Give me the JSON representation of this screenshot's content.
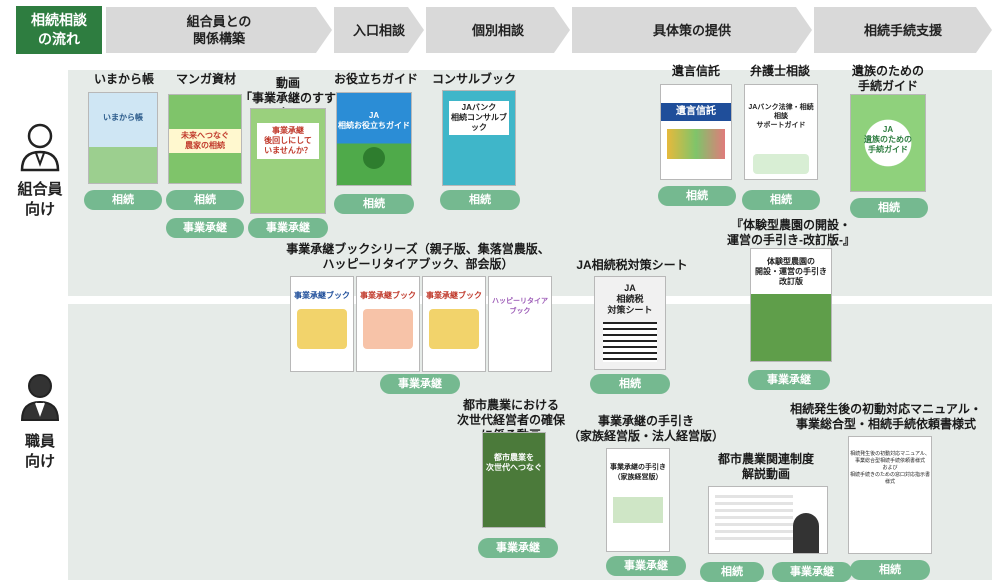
{
  "header": {
    "corner_label": "相続相談\nの流れ",
    "stages": [
      "組合員との\n関係構築",
      "入口相談",
      "個別相談",
      "具体策の提供",
      "相続手続支援"
    ]
  },
  "rows": {
    "member": "組合員\n向け",
    "staff": "職員\n向け"
  },
  "materials": {
    "imakara": {
      "title": "いまから帳",
      "tags": [
        "相続"
      ],
      "cover_text": "いまから帳"
    },
    "manga": {
      "title": "マンガ資材",
      "tags": [
        "相続",
        "事業承継"
      ],
      "cover_text": "未来へつなぐ\n農家の相続"
    },
    "video": {
      "title": "動画\n「事業承継のすすめ」",
      "tags": [
        "事業承継"
      ],
      "cover_text": "事業承継\n後回しにして\nいませんか？"
    },
    "guide": {
      "title": "お役立ちガイド",
      "tags": [
        "相続"
      ],
      "cover_text": "JA\n相続お役立ちガイド"
    },
    "consul": {
      "title": "コンサルブック",
      "tags": [
        "相続"
      ],
      "cover_text": "JAバンク\n相続コンサルブック"
    },
    "trust": {
      "title": "遺言信託",
      "tags": [
        "相続"
      ],
      "cover_text": "遺言信託"
    },
    "lawyer": {
      "title": "弁護士相談",
      "tags": [
        "相続"
      ],
      "cover_text": "JAバンク法律・相続相談\nサポートガイド"
    },
    "bereaved": {
      "title": "遺族のための\n手続ガイド",
      "tags": [
        "相続"
      ],
      "cover_text": "JA\n遺族のための\n手続ガイド"
    },
    "series": {
      "title": "事業承継ブックシリーズ（親子版、集落営農版、\nハッピーリタイアブック、部会版）",
      "tags": [
        "事業承継"
      ],
      "cover_texts": [
        "事業承継ブック",
        "事業承継ブック",
        "事業承継ブック",
        "ハッピーリタイアブック"
      ]
    },
    "taxsheet": {
      "title": "JA相続税対策シート",
      "tags": [
        "相続"
      ],
      "cover_text": "JA\n相続税\n対策シート"
    },
    "farm": {
      "title": "『体験型農園の開設・\n運営の手引き-改訂版-』",
      "tags": [
        "事業承継"
      ],
      "cover_text": "体験型農園の\n開設・運営の手引き\n改訂版"
    },
    "urbanvideo": {
      "title": "都市農業における\n次世代経営者の確保に係る動画",
      "tags": [
        "事業承継"
      ],
      "cover_text": "都市農業を\n次世代へつなぐ"
    },
    "handbook": {
      "title": "事業承継の手引き\n（家族経営版・法人経営版）",
      "tags": [
        "事業承継"
      ],
      "cover_text": "事業承継の手引き\n（家族経営版）"
    },
    "urbanlaw": {
      "title": "都市農業関連制度\n解説動画",
      "tags": [
        "相続",
        "事業承継"
      ],
      "cover_text": ""
    },
    "manual": {
      "title": "相続発生後の初動対応マニュアル・\n事業総合型・相続手続依頼書様式",
      "tags": [
        "相続"
      ],
      "cover_text": "相続発生後の初動対応マニュアル、\n事業総合型相続手続依頼書様式\nおよび\n相続手続きのための窓口対応指示書様式"
    }
  },
  "colors": {
    "green_dark": "#2e7d40",
    "pill": "#75b990",
    "band": "#e6ebe8",
    "arrow": "#d9d9d9"
  }
}
